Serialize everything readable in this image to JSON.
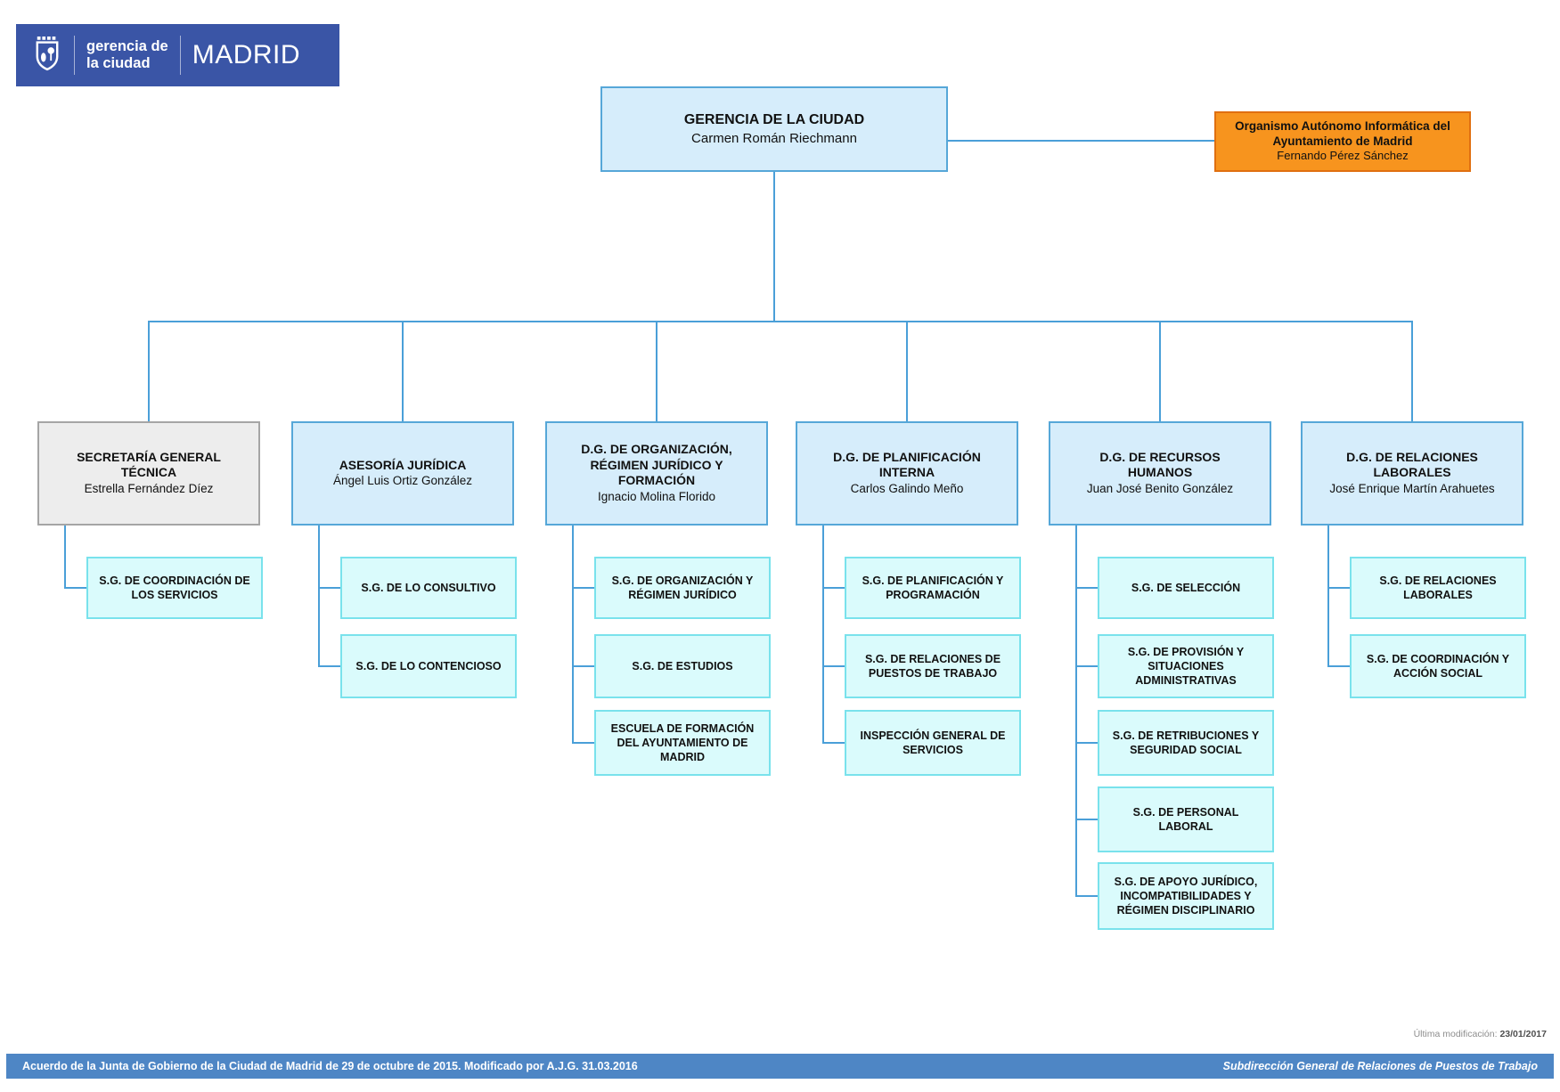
{
  "header": {
    "logo": {
      "org_line1": "gerencia de",
      "org_line2": "la ciudad",
      "city": "MADRID",
      "crest_icon": "madrid-crest-icon"
    }
  },
  "org": {
    "root": {
      "title": "GERENCIA DE LA CIUDAD",
      "person": "Carmen Román Riechmann"
    },
    "autonomous": {
      "title": "Organismo Autónomo Informática del Ayuntamiento de Madrid",
      "person": "Fernando Pérez Sánchez"
    },
    "divisions": [
      {
        "title": "SECRETARÍA GENERAL TÉCNICA",
        "person": "Estrella Fernández Díez",
        "units": [
          "S.G. DE COORDINACIÓN DE LOS SERVICIOS"
        ]
      },
      {
        "title": "ASESORÍA JURÍDICA",
        "person": "Ángel Luis Ortiz González",
        "units": [
          "S.G. DE LO CONSULTIVO",
          "S.G. DE LO CONTENCIOSO"
        ]
      },
      {
        "title": "D.G. DE ORGANIZACIÓN, RÉGIMEN JURÍDICO Y FORMACIÓN",
        "person": "Ignacio Molina Florido",
        "units": [
          "S.G. DE ORGANIZACIÓN Y RÉGIMEN JURÍDICO",
          "S.G. DE ESTUDIOS",
          "ESCUELA DE FORMACIÓN DEL AYUNTAMIENTO DE MADRID"
        ]
      },
      {
        "title": "D.G. DE PLANIFICACIÓN INTERNA",
        "person": "Carlos Galindo Meño",
        "units": [
          "S.G. DE PLANIFICACIÓN Y PROGRAMACIÓN",
          "S.G. DE RELACIONES DE PUESTOS DE TRABAJO",
          "INSPECCIÓN GENERAL DE SERVICIOS"
        ]
      },
      {
        "title": "D.G. DE RECURSOS HUMANOS",
        "person": "Juan José Benito González",
        "units": [
          "S.G. DE SELECCIÓN",
          "S.G. DE PROVISIÓN Y SITUACIONES ADMINISTRATIVAS",
          "S.G. DE RETRIBUCIONES Y SEGURIDAD SOCIAL",
          "S.G. DE PERSONAL LABORAL",
          "S.G. DE APOYO JURÍDICO, INCOMPATIBILIDADES Y RÉGIMEN DISCIPLINARIO"
        ]
      },
      {
        "title": "D.G. DE RELACIONES LABORALES",
        "person": "José Enrique Martín Arahuetes",
        "units": [
          "S.G. DE RELACIONES LABORALES",
          "S.G. DE COORDINACIÓN Y ACCIÓN SOCIAL"
        ]
      }
    ]
  },
  "footer": {
    "last_modified_label": "Última modificación:",
    "last_modified_date": "23/01/2017",
    "left_text": "Acuerdo de la Junta de Gobierno de la Ciudad de Madrid de 29 de octubre de 2015. Modificado por A.J.G. 31.03.2016",
    "right_text": "Subdirección General de Relaciones de Puestos de Trabajo"
  },
  "colors": {
    "banner_blue": "#3A55A6",
    "footer_blue": "#4E86C5",
    "connector_blue": "#4A9FD8",
    "node_blue_fill": "#D6EDFB",
    "node_blue_border": "#56A7D8",
    "node_gray_fill": "#EDEDED",
    "node_gray_border": "#A5A5A5",
    "unit_cyan_fill": "#DAFBFC",
    "unit_cyan_border": "#79E2EC",
    "orange_fill": "#F7941E",
    "orange_border": "#E06F10"
  }
}
